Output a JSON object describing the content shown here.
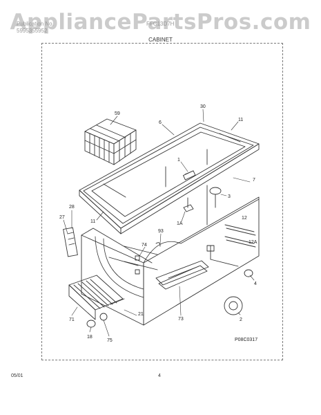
{
  "watermark": "AppliancePartsPros.com",
  "header": {
    "left_line1": "Publication No.",
    "left_line2": "5995355952",
    "model": "FFC13D7H",
    "section_title": "CABINET"
  },
  "callouts": {
    "c59": "59",
    "c30": "30",
    "c6": "6",
    "c11_top": "11",
    "c1": "1",
    "c7": "7",
    "c3": "3",
    "c28": "28",
    "c27": "27",
    "c11_left": "11",
    "c1A": "1A",
    "c93": "93",
    "c74": "74",
    "c12": "12",
    "c12A": "12A",
    "c4": "4",
    "c71": "71",
    "c21": "21",
    "c73": "73",
    "c2": "2",
    "c18": "18",
    "c75": "75"
  },
  "diagram_code": "P08C0317",
  "footer": {
    "date": "05/01",
    "page": "4"
  },
  "colors": {
    "line": "#333333",
    "watermark": "#a0a0a0",
    "frame": "#777777"
  }
}
